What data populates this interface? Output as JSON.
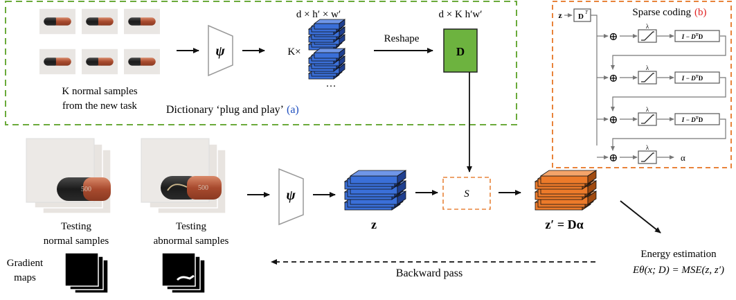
{
  "colors": {
    "green_dashed": "#6aaa3a",
    "orange_dashed": "#e8833a",
    "blue_block": "#3a6fd8",
    "blue_block_dark": "#1f3f8f",
    "green_block": "#6db33f",
    "orange_block": "#ec7a2a",
    "orange_block_dark": "#a04a10",
    "ref_a": "#1f4fbf",
    "ref_b": "#e02020",
    "arrow": "#111111",
    "gray_line": "#888888"
  },
  "icons": [
    "capsule-image",
    "encoder-trapezoid-icon",
    "feature-block-icon",
    "gradient-map-icon",
    "ramp-function-icon"
  ],
  "dictionary": {
    "samples_label_1": "K normal samples",
    "samples_label_2": "from the new task",
    "encoder_symbol": "ψ",
    "k_times": "K×",
    "feature_dims": "d × h′ × w′",
    "ellipsis": "…",
    "reshape_label": "Reshape",
    "dict_dims": "d × K h′w′",
    "dict_symbol": "D",
    "title": "Dictionary ‘plug and play’",
    "ref": "(a)"
  },
  "sparse": {
    "title": "Sparse coding",
    "ref": "(b)",
    "input_z": "z",
    "dt_box": "D",
    "dt_sup": "T",
    "plus": "⊕",
    "lambda": "λ",
    "ident_box": "I − D",
    "ident_sup": "T",
    "ident_tail": "D",
    "output": "α"
  },
  "testing": {
    "normal_label_1": "Testing",
    "normal_label_2": "normal samples",
    "abnormal_label_1": "Testing",
    "abnormal_label_2": "abnormal samples",
    "capsule_text": "500",
    "encoder_symbol": "ψ",
    "z_label": "z",
    "s_label": "S",
    "zprime_label": "z′ = Dα",
    "gradient_label_1": "Gradient",
    "gradient_label_2": "maps",
    "backward_label": "Backward pass",
    "energy_label": "Energy estimation",
    "energy_formula": "Eθ(x; D) = MSE(z, z′)"
  }
}
